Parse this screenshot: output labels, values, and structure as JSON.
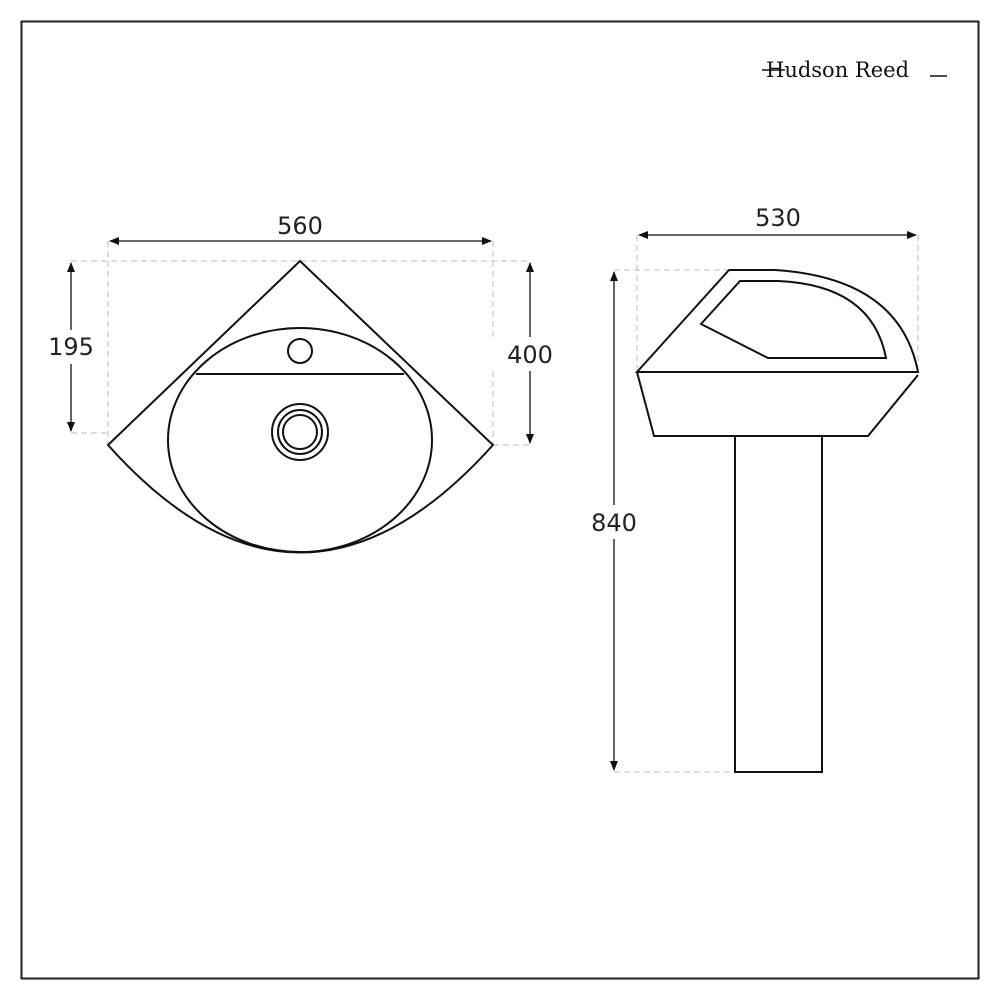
{
  "brand": {
    "name": "Hudson Reed"
  },
  "front_view": {
    "width_label": "560",
    "depth_label": "400",
    "rear_depth_label": "195"
  },
  "side_view": {
    "depth_label": "530",
    "height_label": "840"
  },
  "colors": {
    "line": "#111111",
    "dash": "#bbbbbb",
    "frame": "#222222"
  }
}
